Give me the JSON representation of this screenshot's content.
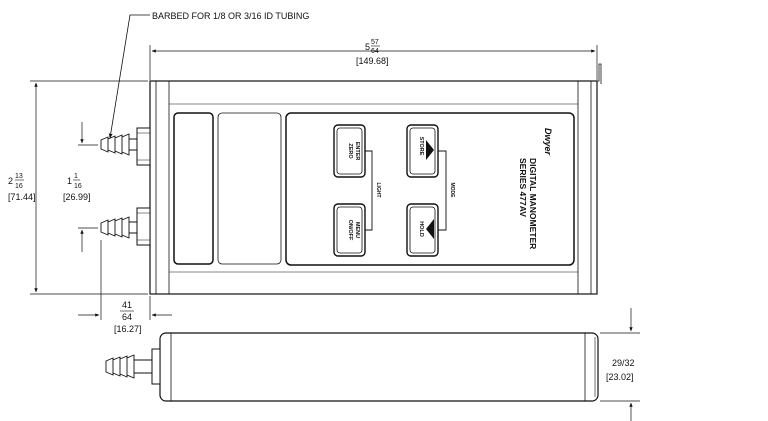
{
  "note": {
    "tubing": "BARBED FOR 1/8 OR 3/16 ID TUBING"
  },
  "dims": {
    "width": {
      "whole": "5",
      "num": "57",
      "den": "64",
      "mm": "[149.68]"
    },
    "height": {
      "whole": "2",
      "num": "13",
      "den": "16",
      "mm": "[71.44]"
    },
    "port_spacing": {
      "whole": "1",
      "num": "1",
      "den": "16",
      "mm": "[26.99]"
    },
    "fitting": {
      "num": "41",
      "den": "64",
      "mm": "[16.27]"
    },
    "depth": {
      "frac": "29/32",
      "mm": "[23.02]"
    }
  },
  "keypad": {
    "zero": {
      "line1": "ZERO",
      "line2": "ENTER"
    },
    "onoff": {
      "line1": "ON/OFF",
      "line2": "MENU"
    },
    "store": {
      "line1": "STORE"
    },
    "hold": {
      "line1": "HOLD"
    },
    "label_light": "LIGHT",
    "label_mode": "MODE"
  },
  "product": {
    "series": "SERIES 477AV",
    "type": "DIGITAL MANOMETER",
    "brand": "Dwyer"
  }
}
